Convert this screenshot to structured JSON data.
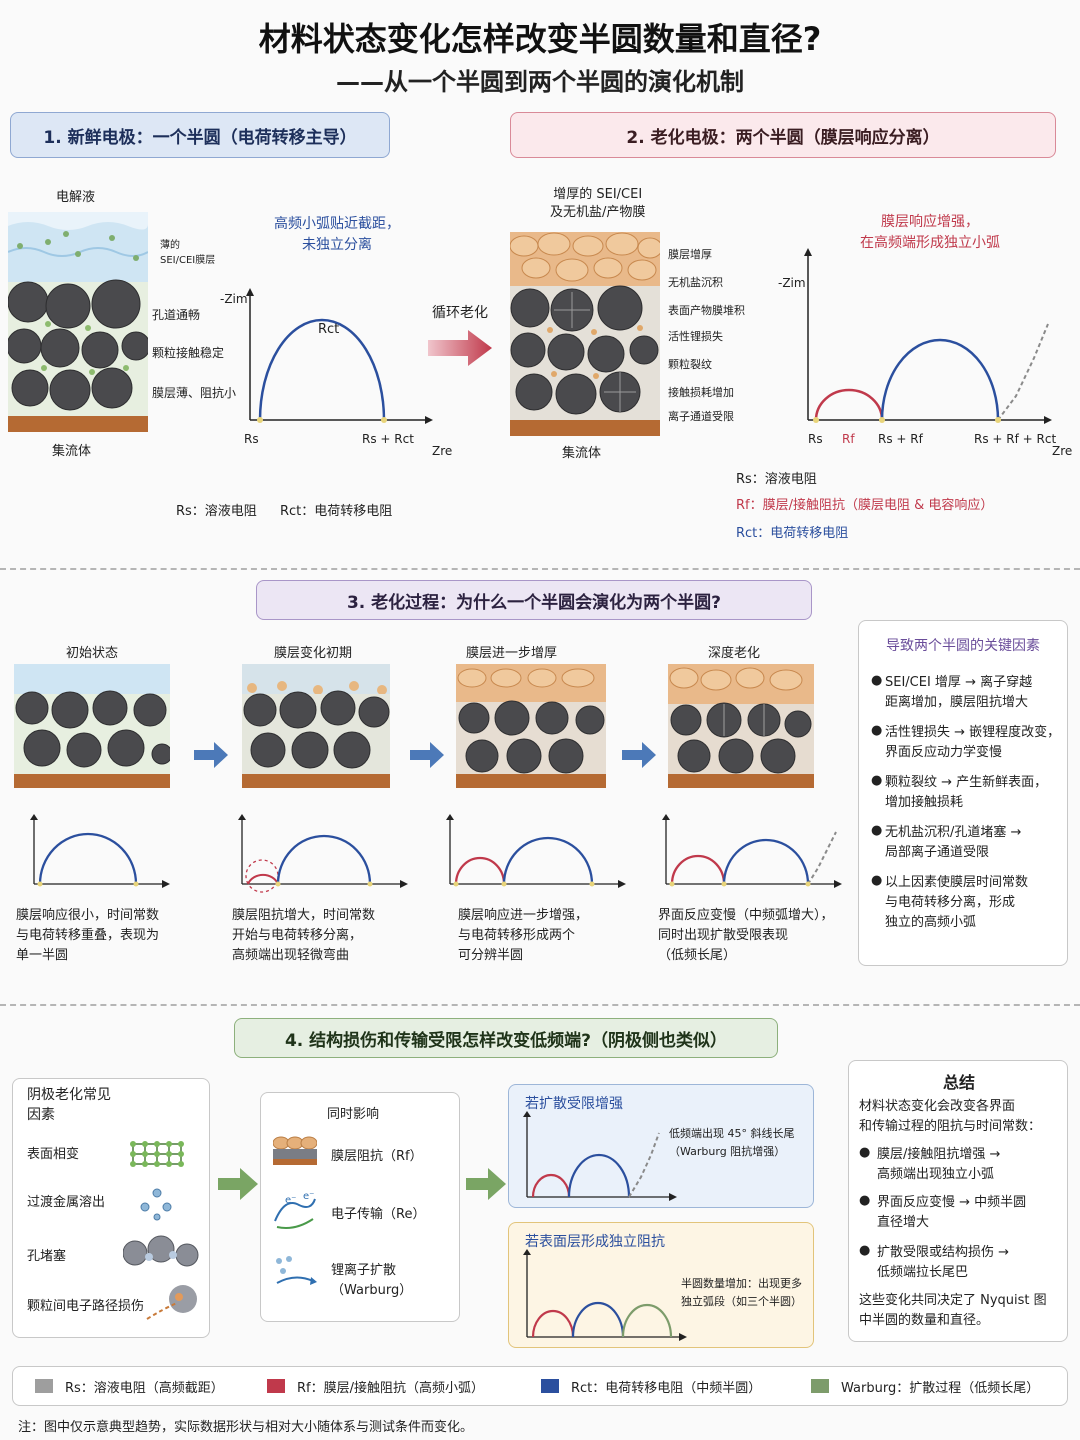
{
  "header": {
    "title": "材料状态变化怎样改变半圆数量和直径?",
    "subtitle": "——从一个半圆到两个半圆的演化机制"
  },
  "colors": {
    "rs": "#9e9e9e",
    "rf": "#c0394b",
    "rct": "#2b4f9e",
    "warburg": "#7d9c6b",
    "sec1_bg": "#dde7f5",
    "sec2_bg": "#fbe9ec",
    "sec3_bg": "#ece6f4",
    "sec4_bg": "#e6efe2"
  },
  "section1": {
    "heading": "1. 新鲜电极：一个半圆（电荷转移主导）",
    "electrolyte": "电解液",
    "collector": "集流体",
    "labels": [
      "薄的\nSEI/CEI膜层",
      "孔道通畅",
      "颗粒接触稳定",
      "膜层薄、阻抗小"
    ],
    "note": "高频小弧贴近截距，\n未独立分离",
    "axis_y": "-Zim",
    "axis_x": "Zre",
    "arc_label": "Rct",
    "tick_rs": "Rs",
    "tick_rsct": "Rs + Rct",
    "legend_rs": "Rs：溶液电阻",
    "legend_rct": "Rct：电荷转移电阻"
  },
  "arrow1": "循环老化",
  "section2": {
    "heading": "2. 老化电极：两个半圆（膜层响应分离）",
    "top_label": "增厚的 SEI/CEI\n及无机盐/产物膜",
    "collector": "集流体",
    "labels": [
      "膜层增厚",
      "无机盐沉积",
      "表面产物膜堆积",
      "活性锂损失",
      "颗粒裂纹",
      "接触损耗增加",
      "离子通道受限"
    ],
    "note": "膜层响应增强，\n在高频端形成独立小弧",
    "axis_y": "-Zim",
    "axis_x": "Zre",
    "ticks": [
      "Rs",
      "Rf",
      "Rs + Rf",
      "Rs + Rf + Rct"
    ],
    "legend": [
      "Rs：溶液电阻",
      "Rf：膜层/接触阻抗（膜层电阻 & 电容响应）",
      "Rct：电荷转移电阻"
    ]
  },
  "section3": {
    "heading": "3. 老化过程：为什么一个半圆会演化为两个半圆?",
    "stages": [
      {
        "title": "初始状态",
        "caption": "膜层响应很小，时间常数\n与电荷转移重叠，表现为\n单一半圆"
      },
      {
        "title": "膜层变化初期",
        "caption": "膜层阻抗增大，时间常数\n开始与电荷转移分离，\n高频端出现轻微弯曲"
      },
      {
        "title": "膜层进一步增厚",
        "caption": "膜层响应进一步增强，\n与电荷转移形成两个\n可分辨半圆"
      },
      {
        "title": "深度老化",
        "caption": "界面反应变慢（中频弧增大），\n同时出现扩散受限表现\n（低频长尾）"
      }
    ],
    "factors_title": "导致两个半圆的关键因素",
    "factors": [
      "SEI/CEI 增厚 → 离子穿越\n距离增加，膜层阻抗增大",
      "活性锂损失 → 嵌锂程度改变，\n界面反应动力学变慢",
      "颗粒裂纹 → 产生新鲜表面，\n增加接触损耗",
      "无机盐沉积/孔道堵塞 →\n局部离子通道受限",
      "以上因素使膜层时间常数\n与电荷转移分离，形成\n独立的高频小弧"
    ]
  },
  "section4": {
    "heading": "4. 结构损伤和传输受限怎样改变低频端?（阴极侧也类似）",
    "causes_title": "阴极老化常见\n因素",
    "causes": [
      "表面相变",
      "过渡金属溶出",
      "孔堵塞",
      "颗粒间电子路径损伤"
    ],
    "effects_title": "同时影响",
    "effects": [
      "膜层阻抗（Rf）",
      "电子传输（Re）",
      "锂离子扩散\n（Warburg）"
    ],
    "case1_title": "若扩散受限增强",
    "case1_note": "低频端出现 45° 斜线长尾\n（Warburg 阻抗增强）",
    "case2_title": "若表面层形成独立阻抗",
    "case2_note": "半圆数量增加：出现更多\n独立弧段（如三个半圆）",
    "summary_title": "总结",
    "summary_intro": "材料状态变化会改变各界面\n和传输过程的阻抗与时间常数：",
    "summary_items": [
      "膜层/接触阻抗增强 →\n高频端出现独立小弧",
      "界面反应变慢 → 中频半圆\n直径增大",
      "扩散受限或结构损伤 →\n低频端拉长尾巴"
    ],
    "summary_outro": "这些变化共同决定了 Nyquist 图\n中半圆的数量和直径。"
  },
  "legend_bar": [
    {
      "label": "Rs：溶液电阻（高频截距）",
      "color": "#9e9e9e"
    },
    {
      "label": "Rf：膜层/接触阻抗（高频小弧）",
      "color": "#c0394b"
    },
    {
      "label": "Rct：电荷转移电阻（中频半圆）",
      "color": "#2b4f9e"
    },
    {
      "label": "Warburg：扩散过程（低频长尾）",
      "color": "#7d9c6b"
    }
  ],
  "footnote": "注：图中仅示意典型趋势，实际数据形状与相对大小随体系与测试条件而变化。"
}
